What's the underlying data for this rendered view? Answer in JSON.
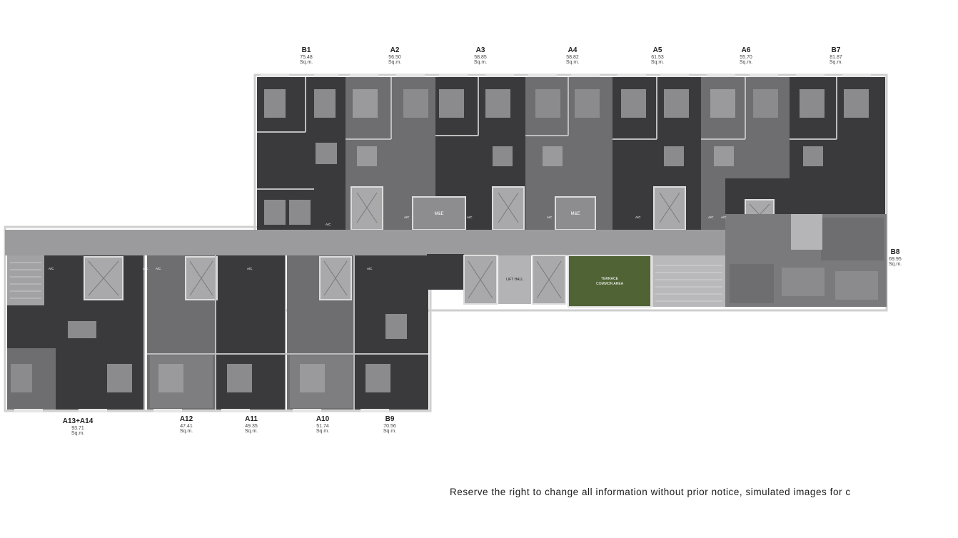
{
  "units_top": [
    {
      "code": "B1",
      "area": "75.48",
      "unit": "Sq.m."
    },
    {
      "code": "A2",
      "area": "56.50",
      "unit": "Sq.m."
    },
    {
      "code": "A3",
      "area": "58.85",
      "unit": "Sq.m."
    },
    {
      "code": "A4",
      "area": "58.82",
      "unit": "Sq.m."
    },
    {
      "code": "A5",
      "area": "61.53",
      "unit": "Sq.m."
    },
    {
      "code": "A6",
      "area": "55.70",
      "unit": "Sq.m."
    },
    {
      "code": "B7",
      "area": "81.87",
      "unit": "Sq.m."
    }
  ],
  "unit_right": {
    "code": "B8",
    "area": "69.95",
    "unit": "Sq.m."
  },
  "units_bottom": [
    {
      "code": "A13+A14",
      "area": "93.71",
      "unit": "Sq.m."
    },
    {
      "code": "A12",
      "area": "47.41",
      "unit": "Sq.m."
    },
    {
      "code": "A11",
      "area": "49.35",
      "unit": "Sq.m."
    },
    {
      "code": "A10",
      "area": "51.74",
      "unit": "Sq.m."
    },
    {
      "code": "B9",
      "area": "70.56",
      "unit": "Sq.m."
    }
  ],
  "rooms": {
    "me": "M&E",
    "lift_hall": "LIFT HALL",
    "terrace_line1": "TERRACE",
    "terrace_line2": "COMMON AREA",
    "ac": "A/C"
  },
  "colors": {
    "dark_unit": "#3a3a3c",
    "mid_unit": "#6e6e70",
    "light_unit": "#8a8a8c",
    "corridor": "#9b9b9d",
    "terrace": "#4f6334",
    "core": "#a9a9ab"
  },
  "disclaimer": "Reserve the right to change all information without prior notice, simulated images for c"
}
